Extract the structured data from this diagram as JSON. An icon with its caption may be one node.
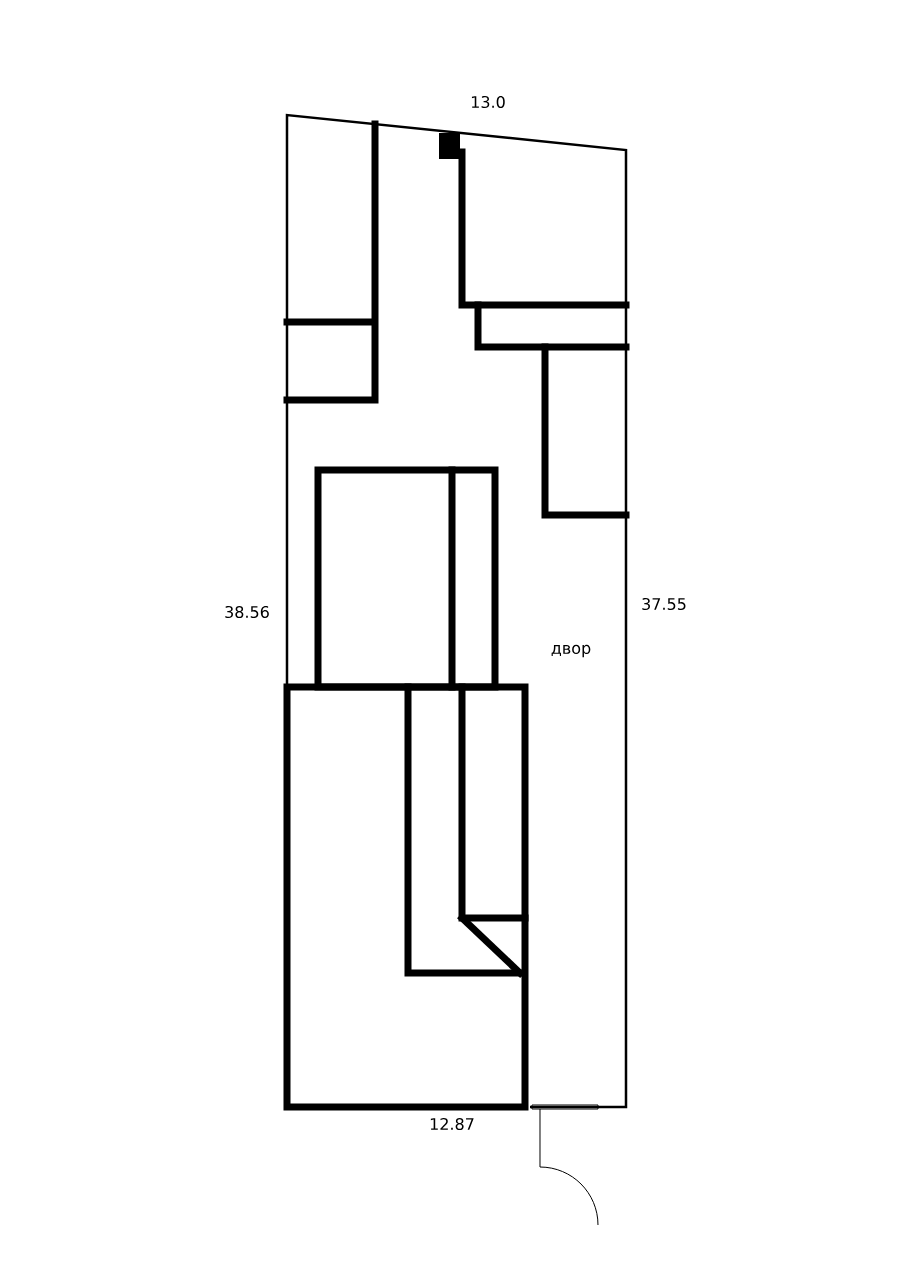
{
  "diagram": {
    "labels": [
      "13.0",
      "38.56",
      "37.55",
      "двор",
      "12.87"
    ]
  }
}
